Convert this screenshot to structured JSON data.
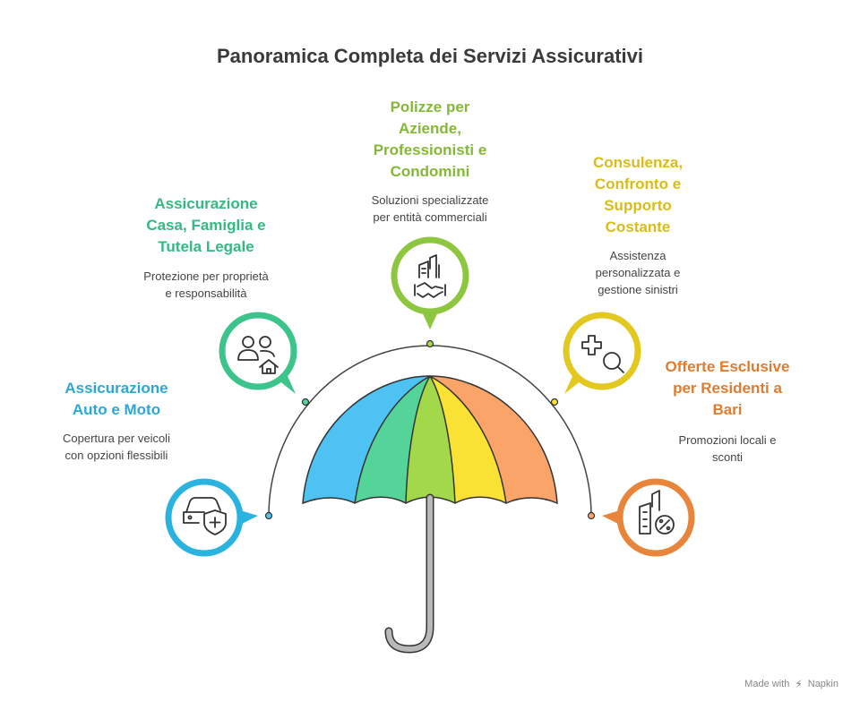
{
  "title": "Panoramica Completa dei Servizi Assicurativi",
  "services": [
    {
      "heading_lines": [
        "Assicurazione",
        "Auto e Moto"
      ],
      "desc_lines": [
        "Copertura per veicoli",
        "con opzioni flessibili"
      ],
      "color": "#2bb3e0",
      "icon": "car-shield-icon"
    },
    {
      "heading_lines": [
        "Assicurazione",
        "Casa, Famiglia e",
        "Tutela Legale"
      ],
      "desc_lines": [
        "Protezione per proprietà",
        "e responsabilità"
      ],
      "color": "#3cc48a",
      "icon": "family-home-icon"
    },
    {
      "heading_lines": [
        "Polizze per",
        "Aziende,",
        "Professionisti e",
        "Condomini"
      ],
      "desc_lines": [
        "Soluzioni specializzate",
        "per entità commerciali"
      ],
      "color": "#8dc63f",
      "icon": "building-handshake-icon"
    },
    {
      "heading_lines": [
        "Consulenza,",
        "Confronto e",
        "Supporto",
        "Costante"
      ],
      "desc_lines": [
        "Assistenza",
        "personalizzata e",
        "gestione sinistri"
      ],
      "color": "#e3c81f",
      "icon": "medical-search-icon"
    },
    {
      "heading_lines": [
        "Offerte Esclusive",
        "per Residenti a",
        "Bari"
      ],
      "desc_lines": [
        "Promozioni locali e",
        "sconti"
      ],
      "color": "#e8853a",
      "icon": "building-discount-icon"
    }
  ],
  "umbrella_colors": [
    "#4ec2f2",
    "#55d49a",
    "#a2d84a",
    "#f9e234",
    "#fba46a"
  ],
  "footer": {
    "made_with": "Made with",
    "brand": "Napkin"
  }
}
